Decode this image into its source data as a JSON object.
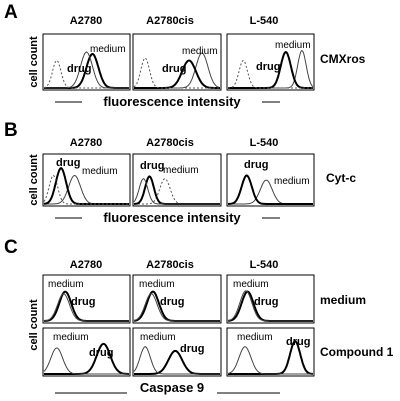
{
  "panels": [
    {
      "letter": "A",
      "y_label": "cell count",
      "x_label": "fluorescence intensity",
      "columns": [
        "A2780",
        "A2780cis",
        "L-540"
      ],
      "rows": [
        {
          "label": "CMXros",
          "cells": [
            {
              "annotations": [
                "medium",
                "drug"
              ],
              "curves": [
                {
                  "style": "dotted",
                  "center": 0.15,
                  "width": 0.05,
                  "height": 0.55
                },
                {
                  "style": "solid",
                  "center": 0.5,
                  "width": 0.07,
                  "height": 0.72
                },
                {
                  "style": "bold",
                  "center": 0.57,
                  "width": 0.07,
                  "height": 0.68
                }
              ]
            },
            {
              "annotations": [
                "medium",
                "drug"
              ],
              "curves": [
                {
                  "style": "dotted",
                  "center": 0.13,
                  "width": 0.05,
                  "height": 0.6
                },
                {
                  "style": "bold",
                  "center": 0.64,
                  "width": 0.08,
                  "height": 0.55
                },
                {
                  "style": "solid",
                  "center": 0.79,
                  "width": 0.07,
                  "height": 0.7
                }
              ]
            },
            {
              "annotations": [
                "medium",
                "drug"
              ],
              "curves": [
                {
                  "style": "dotted",
                  "center": 0.18,
                  "width": 0.05,
                  "height": 0.55
                },
                {
                  "style": "bold",
                  "center": 0.68,
                  "width": 0.06,
                  "height": 0.72
                },
                {
                  "style": "solid",
                  "center": 0.87,
                  "width": 0.05,
                  "height": 0.75
                }
              ]
            }
          ]
        }
      ]
    },
    {
      "letter": "B",
      "y_label": "cell count",
      "x_label": "fluorescence intensity",
      "columns": [
        "A2780",
        "A2780cis",
        "L-540"
      ],
      "rows": [
        {
          "label": "Cyt-c",
          "cells": [
            {
              "annotations": [
                "drug",
                "medium"
              ],
              "curves": [
                {
                  "style": "dotted",
                  "center": 0.11,
                  "width": 0.05,
                  "height": 0.62
                },
                {
                  "style": "bold",
                  "center": 0.2,
                  "width": 0.06,
                  "height": 0.78
                },
                {
                  "style": "solid",
                  "center": 0.36,
                  "width": 0.07,
                  "height": 0.62
                }
              ]
            },
            {
              "annotations": [
                "drug",
                "medium"
              ],
              "curves": [
                {
                  "style": "solid",
                  "center": 0.11,
                  "width": 0.05,
                  "height": 0.55
                },
                {
                  "style": "bold",
                  "center": 0.18,
                  "width": 0.05,
                  "height": 0.6
                },
                {
                  "style": "dotted",
                  "center": 0.36,
                  "width": 0.06,
                  "height": 0.55
                }
              ]
            },
            {
              "annotations": [
                "drug",
                "medium"
              ],
              "curves": [
                {
                  "style": "bold",
                  "center": 0.22,
                  "width": 0.06,
                  "height": 0.62
                },
                {
                  "style": "solid",
                  "center": 0.45,
                  "width": 0.07,
                  "height": 0.52
                }
              ]
            }
          ]
        }
      ]
    },
    {
      "letter": "C",
      "y_label": "cell count",
      "x_label": "Caspase 9",
      "columns": [
        "A2780",
        "A2780cis",
        "L-540"
      ],
      "rows": [
        {
          "label": "medium",
          "cells": [
            {
              "annotations": [
                "medium",
                "drug"
              ],
              "curves": [
                {
                  "style": "solid",
                  "center": 0.23,
                  "width": 0.07,
                  "height": 0.65
                },
                {
                  "style": "bold",
                  "center": 0.25,
                  "width": 0.07,
                  "height": 0.7
                }
              ]
            },
            {
              "annotations": [
                "medium",
                "drug"
              ],
              "curves": [
                {
                  "style": "solid",
                  "center": 0.2,
                  "width": 0.07,
                  "height": 0.65
                },
                {
                  "style": "bold",
                  "center": 0.22,
                  "width": 0.07,
                  "height": 0.7
                }
              ]
            },
            {
              "annotations": [
                "medium",
                "drug"
              ],
              "curves": [
                {
                  "style": "solid",
                  "center": 0.21,
                  "width": 0.07,
                  "height": 0.72
                },
                {
                  "style": "bold",
                  "center": 0.23,
                  "width": 0.07,
                  "height": 0.7
                }
              ]
            }
          ]
        },
        {
          "label": "Compound 1",
          "cells": [
            {
              "annotations": [
                "medium",
                "drug"
              ],
              "curves": [
                {
                  "style": "solid",
                  "center": 0.15,
                  "width": 0.07,
                  "height": 0.62
                },
                {
                  "style": "bold",
                  "center": 0.7,
                  "width": 0.08,
                  "height": 0.72
                }
              ]
            },
            {
              "annotations": [
                "medium",
                "drug"
              ],
              "curves": [
                {
                  "style": "solid",
                  "center": 0.13,
                  "width": 0.06,
                  "height": 0.65
                },
                {
                  "style": "bold",
                  "center": 0.48,
                  "width": 0.08,
                  "height": 0.55
                }
              ]
            },
            {
              "annotations": [
                "medium",
                "drug"
              ],
              "curves": [
                {
                  "style": "solid",
                  "center": 0.2,
                  "width": 0.07,
                  "height": 0.65
                },
                {
                  "style": "bold",
                  "center": 0.79,
                  "width": 0.06,
                  "height": 0.78
                }
              ]
            }
          ]
        }
      ]
    }
  ]
}
